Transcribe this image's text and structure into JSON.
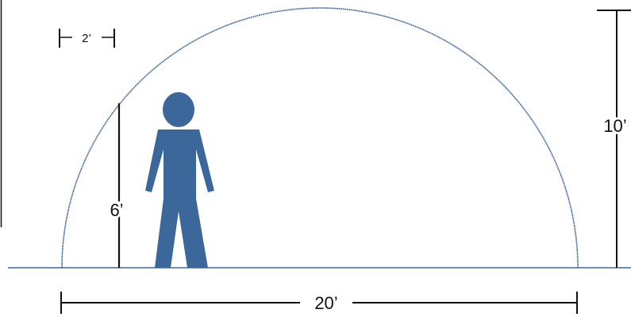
{
  "labels": {
    "scale_bar": "2’",
    "person_height": "6’",
    "dome_height": "10’",
    "dome_width": "20’"
  },
  "colors": {
    "figure": "#3b679a",
    "dome_outline": "#4a6f9e",
    "ground": "#6e8fb5",
    "dimension_lines": "#111111"
  }
}
